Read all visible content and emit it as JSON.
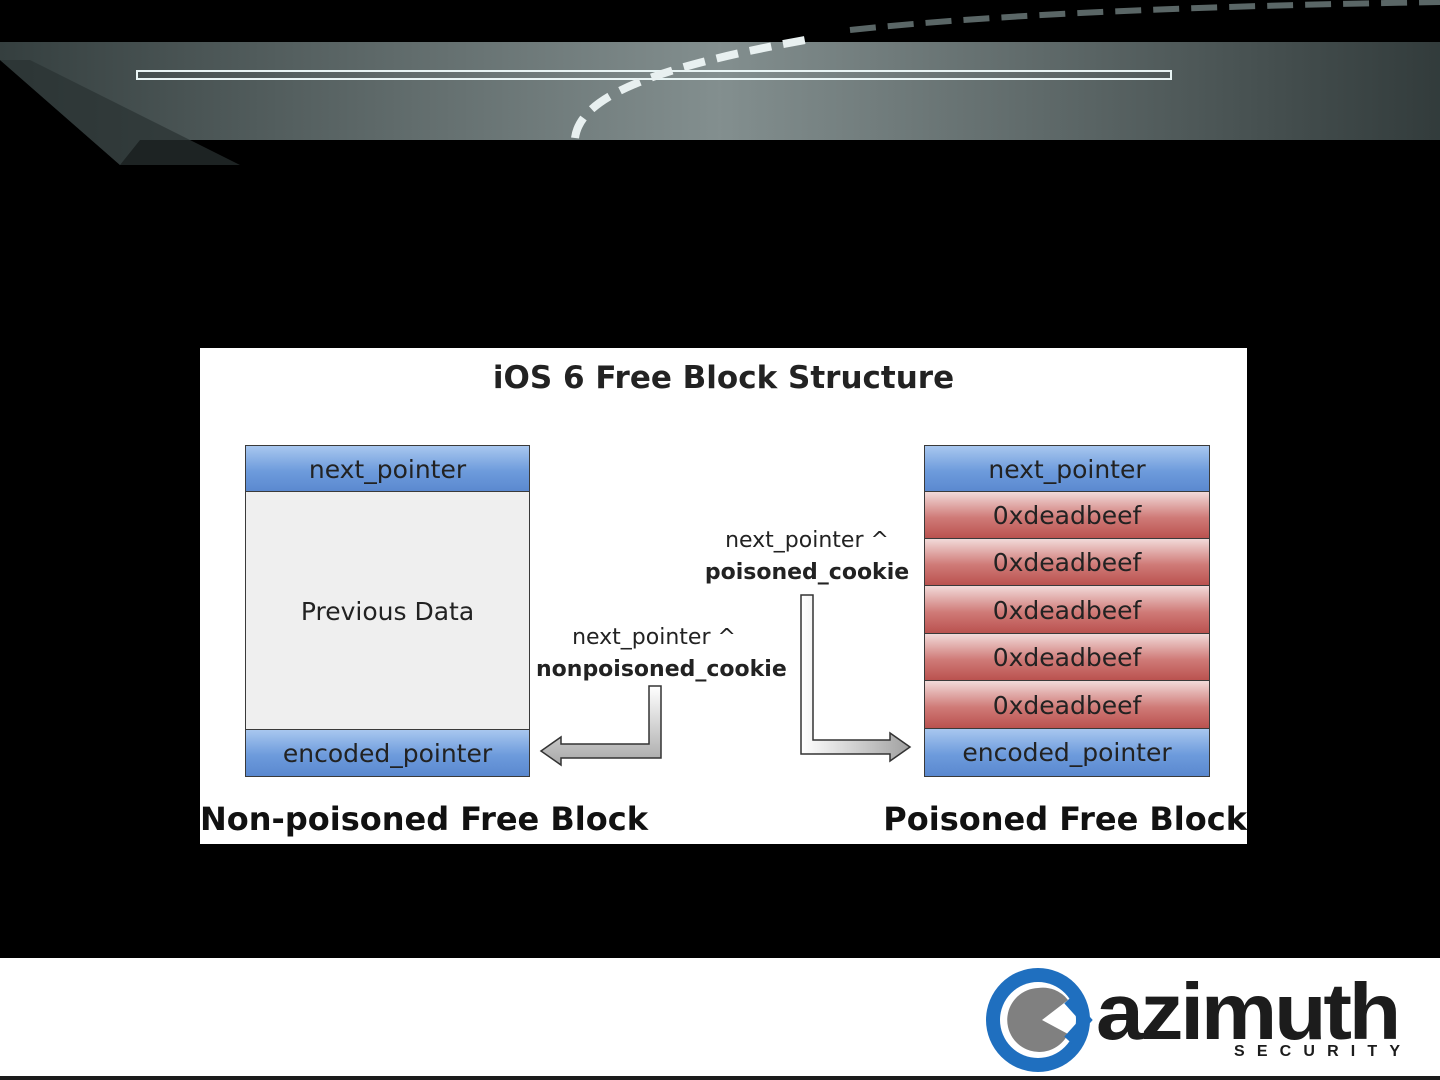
{
  "diagram": {
    "title": "iOS 6 Free Block Structure",
    "left_block": {
      "caption": "Non-poisoned Free Block",
      "header": "next_pointer",
      "body": "Previous Data",
      "footer": "encoded_pointer"
    },
    "right_block": {
      "caption": "Poisoned Free Block",
      "header": "next_pointer",
      "fill": [
        "0xdeadbeef",
        "0xdeadbeef",
        "0xdeadbeef",
        "0xdeadbeef",
        "0xdeadbeef"
      ],
      "footer": "encoded_pointer"
    },
    "left_note": {
      "line1": "next_pointer ^",
      "line2": "nonpoisoned_cookie"
    },
    "right_note": {
      "line1": "next_pointer ^",
      "line2": "poisoned_cookie"
    }
  },
  "brand": {
    "name": "azimuth",
    "tagline": "SECURITY"
  },
  "colors": {
    "header_blue": "#6d9bdc",
    "poison_red": "#cf7a77",
    "logo_blue": "#1f6fbf",
    "logo_grey": "#808080"
  }
}
